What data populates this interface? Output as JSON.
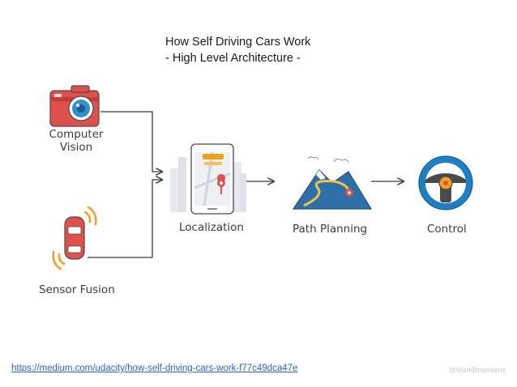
{
  "title": {
    "line1": "How Self Driving Cars Work",
    "line2": "- High Level Architecture -"
  },
  "nodes": {
    "computer_vision": {
      "line1": "Computer",
      "line2": "Vision",
      "icon": "camera-icon"
    },
    "sensor_fusion": {
      "label": "Sensor Fusion",
      "icon": "car-sensor-icon"
    },
    "localization": {
      "label": "Localization",
      "icon": "smartphone-map-icon"
    },
    "path_planning": {
      "label": "Path Planning",
      "icon": "mountain-path-icon"
    },
    "control": {
      "label": "Control",
      "icon": "steering-wheel-icon"
    }
  },
  "footer": {
    "link": "https://medium.com/udacity/how-self-driving-cars-work-f77c49dca47e",
    "watermark": "@MarkBroerkens"
  },
  "colors": {
    "camera_red": "#e0504a",
    "lens_blue": "#2f8fcf",
    "mountain_blue": "#2f6fa8",
    "wheel_blue": "#1e7fc2",
    "accent_orange": "#f0a020",
    "connector_gray": "#3a3a3a"
  }
}
